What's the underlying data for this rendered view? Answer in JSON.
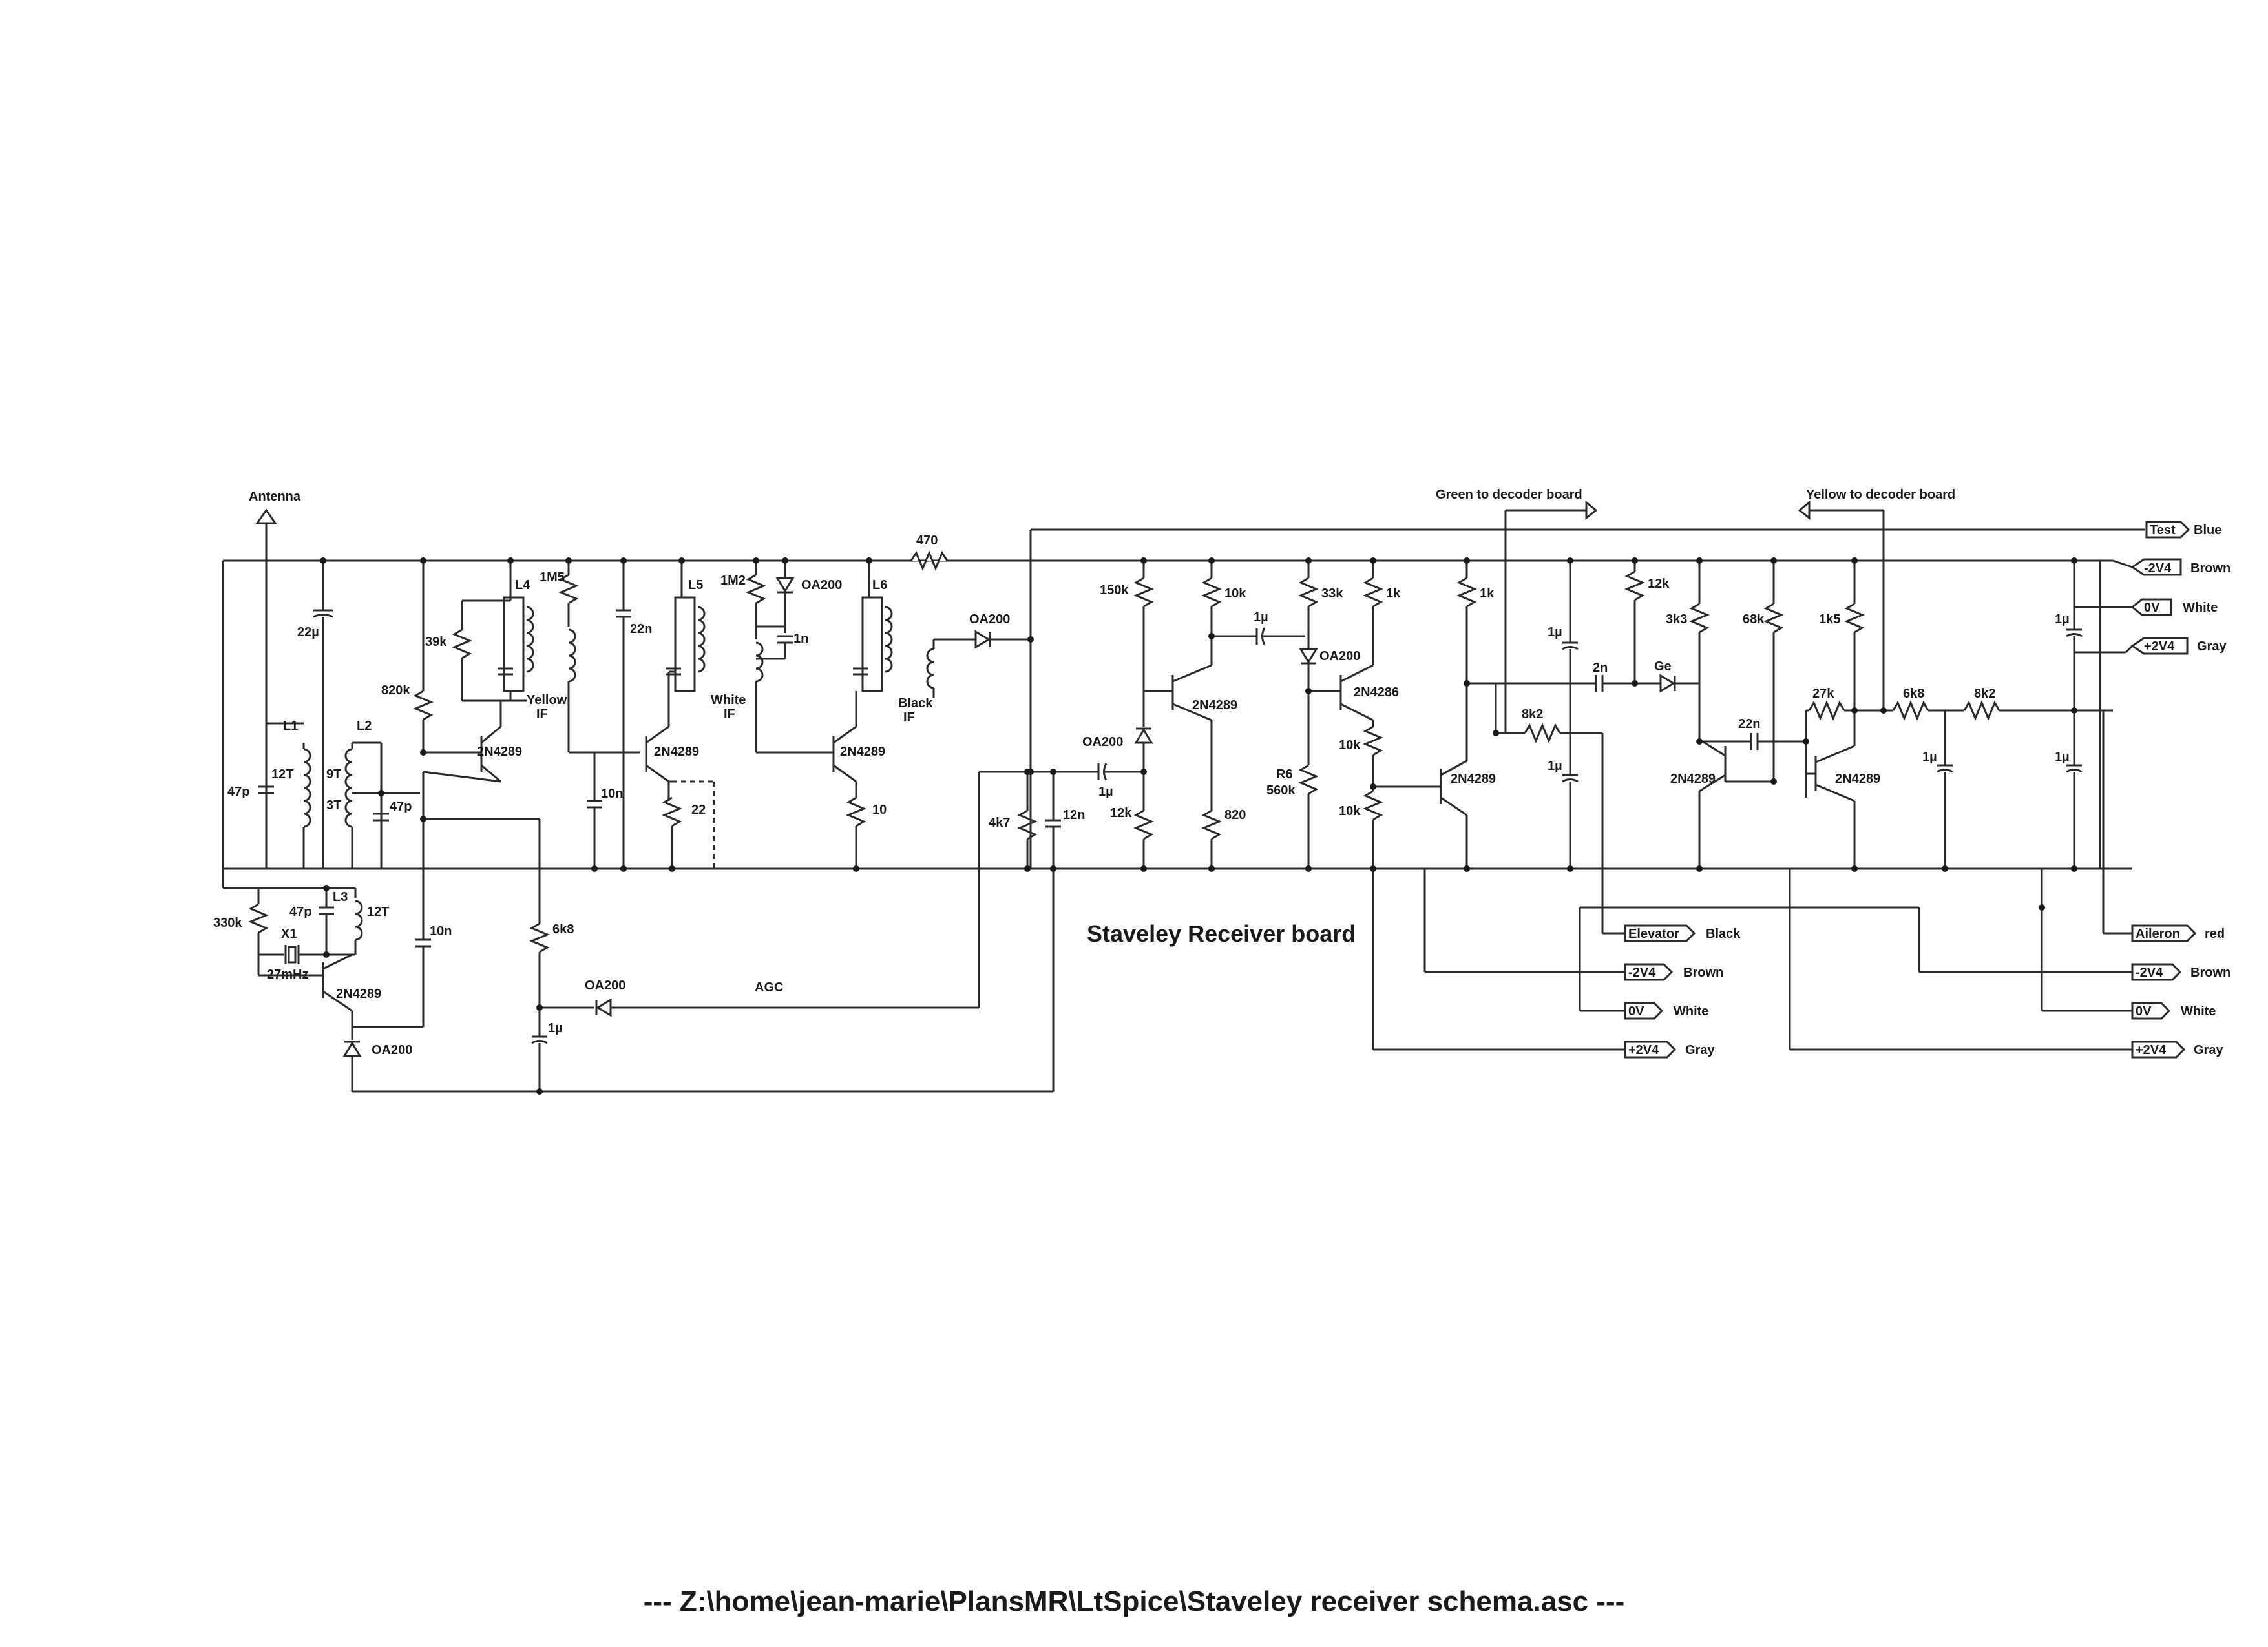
{
  "diagram": {
    "title": "Staveley Receiver board",
    "footer": "---  Z:\\home\\jean-marie\\PlansMR\\LtSpice\\Staveley receiver schema.asc  ---",
    "antenna": "Antenna",
    "agc": "AGC",
    "labels": {
      "green_to_decoder": "Green to decoder board",
      "yellow_to_decoder": "Yellow to decoder board",
      "r470": "470",
      "c22u": "22µ",
      "l1": "L1",
      "l1_turns": "12T",
      "l2": "L2",
      "l2_9t": "9T",
      "l2_3t": "3T",
      "c47p_a": "47p",
      "c47p_b": "47p",
      "r39k": "39k",
      "r820k": "820k",
      "l4": "L4",
      "r1m5": "1M5",
      "yellow_if_1": "Yellow",
      "yellow_if_2": "IF",
      "q1": "2N4289",
      "c22n": "22n",
      "l5": "L5",
      "white_if_1": "White",
      "white_if_2": "IF",
      "q2": "2N4289",
      "c10n_a": "10n",
      "r22": "22",
      "r1m2": "1M2",
      "d_oa200_a": "OA200",
      "c1n": "1n",
      "l6": "L6",
      "black_if_1": "Black",
      "black_if_2": "IF",
      "q3": "2N4289",
      "r10": "10",
      "d_oa200_b": "OA200",
      "r4k7": "4k7",
      "c12n": "12n",
      "d_oa200_c": "OA200",
      "c1u_a": "1µ",
      "r150k": "150k",
      "r10k_a": "10k",
      "c1u_b": "1µ",
      "q4": "2N4289",
      "r12k_a": "12k",
      "r820": "820",
      "r33k": "33k",
      "d_oa200_d": "OA200",
      "r1k_a": "1k",
      "q5": "2N4286",
      "r10k_b": "10k",
      "r6": "R6",
      "r560k": "560k",
      "r10k_c": "10k",
      "r1k_b": "1k",
      "c1u_c": "1µ",
      "r12k_b": "12k",
      "c2n": "2n",
      "d_ge": "Ge",
      "r8k2_a": "8k2",
      "c1u_d": "1µ",
      "q6": "2N4289",
      "r3k3": "3k3",
      "r68k": "68k",
      "r1k5": "1k5",
      "c22n_b": "22n",
      "r27k": "27k",
      "q7": "2N4289",
      "q8": "2N4289",
      "r6k8_a": "6k8",
      "r8k2_b": "8k2",
      "c1u_e": "1µ",
      "c1u_f": "1µ",
      "c1u_g": "1µ",
      "r330k": "330k",
      "x1": "X1",
      "x1_freq": "27mHz",
      "c47p_c": "47p",
      "l3": "L3",
      "l3_turns": "12T",
      "c10n_b": "10n",
      "q9": "2N4289",
      "d_oa200_e": "OA200",
      "r6k8_b": "6k8",
      "d_oa200_f": "OA200",
      "c1u_h": "1µ"
    },
    "right_ports": [
      {
        "tag": "Test",
        "color": "Blue"
      },
      {
        "tag": "-2V4",
        "color": "Brown"
      },
      {
        "tag": "0V",
        "color": "White"
      },
      {
        "tag": "+2V4",
        "color": "Gray"
      }
    ],
    "elevator_ports": [
      {
        "tag": "Elevator",
        "color": "Black"
      },
      {
        "tag": "-2V4",
        "color": "Brown"
      },
      {
        "tag": "0V",
        "color": "White"
      },
      {
        "tag": "+2V4",
        "color": "Gray"
      }
    ],
    "aileron_ports": [
      {
        "tag": "Aileron",
        "color": "red"
      },
      {
        "tag": "-2V4",
        "color": "Brown"
      },
      {
        "tag": "0V",
        "color": "White"
      },
      {
        "tag": "+2V4",
        "color": "Gray"
      }
    ]
  }
}
